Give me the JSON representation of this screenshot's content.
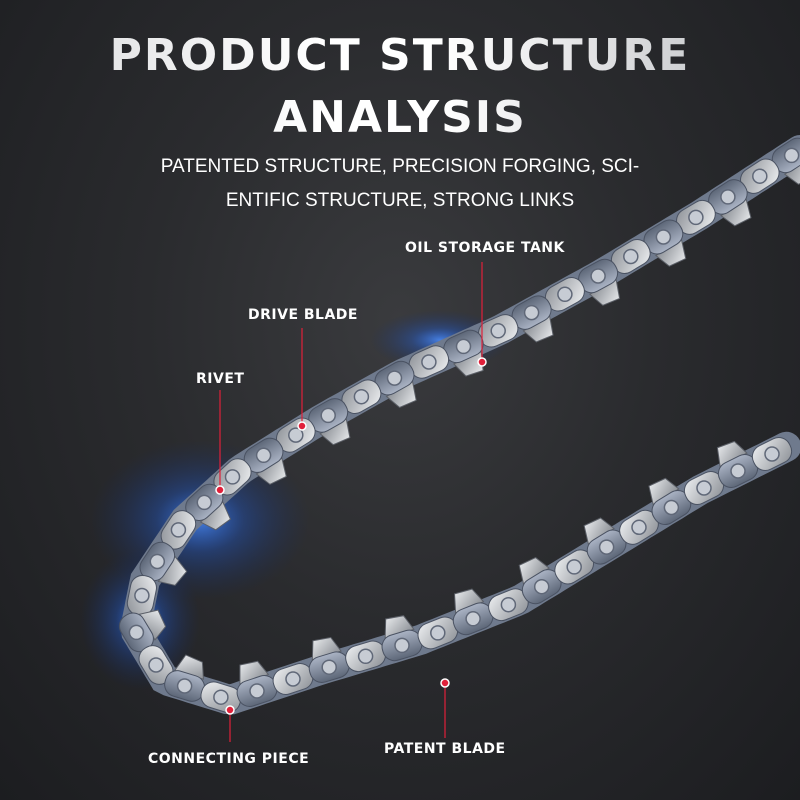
{
  "header": {
    "title_line1": "PRODUCT STRUCTURE",
    "title_line2": "ANALYSIS",
    "subtitle_line1": "PATENTED STRUCTURE, PRECISION FORGING, SCI-",
    "subtitle_line2": "ENTIFIC STRUCTURE, STRONG LINKS"
  },
  "callouts": {
    "oil_storage_tank": "OIL STORAGE TANK",
    "drive_blade": "DRIVE BLADE",
    "rivet": "RIVET",
    "connecting_piece": "CONNECTING PIECE",
    "patent_blade": "PATENT BLADE"
  },
  "colors": {
    "background": "#26272a",
    "marker": "#e0203a",
    "glow": "#2f7bff",
    "link_steel": "#8f9bb0",
    "cutter_silver": "#c9ccd1"
  }
}
